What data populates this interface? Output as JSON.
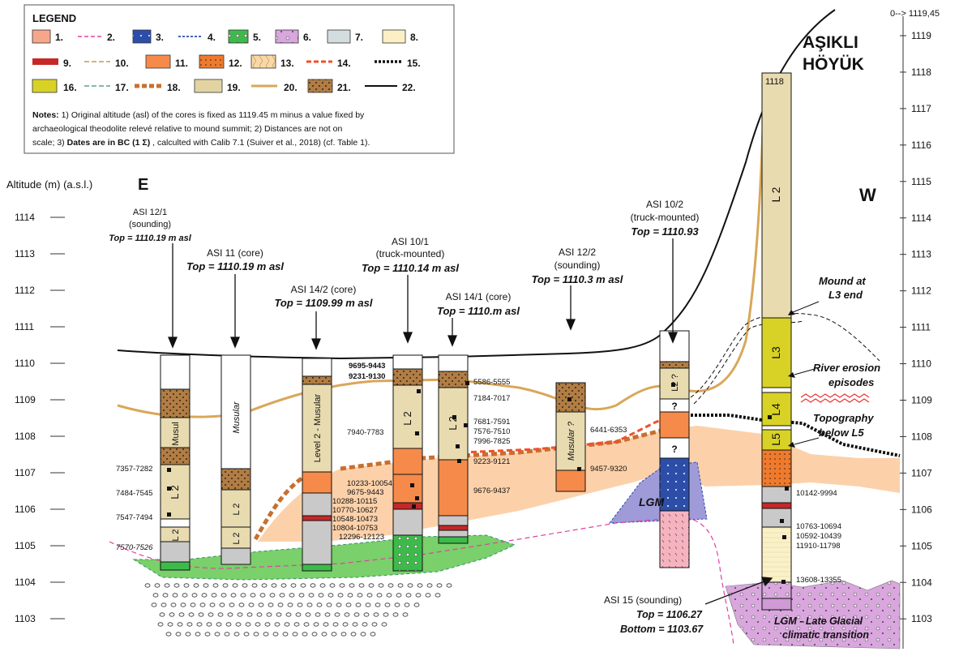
{
  "legend": {
    "title": "LEGEND",
    "items": [
      "1.",
      "2.",
      "3.",
      "4.",
      "5.",
      "6.",
      "7.",
      "8.",
      "9.",
      "10.",
      "11.",
      "12.",
      "13.",
      "14.",
      "15.",
      "16.",
      "17.",
      "18.",
      "19.",
      "20.",
      "21.",
      "22."
    ],
    "notes_lead": "Notes:",
    "notes_1": " 1) Original altitude (asl) of the cores is fixed as 1119.45 m minus a  value fixed by",
    "notes_2": "archaeological theodolite relevé relative to mound summit; 2) Distances are not on",
    "notes_3a": "scale; 3) ",
    "notes_3b": "Dates are in BC (1 Σ)",
    "notes_3c": " , calculted with Calib 7.1 (Suiver et al., 2018) (cf. Table 1)."
  },
  "axis_left": {
    "title": "Altitude (m) (a.s.l.)",
    "ticks": [
      "1114",
      "1113",
      "1112",
      "1111",
      "1110",
      "1109",
      "1108",
      "1107",
      "1106",
      "1105",
      "1104",
      "1103"
    ]
  },
  "axis_right": {
    "top": "0--> 1119,45",
    "ticks": [
      "1119",
      "1118",
      "1117",
      "1116",
      "1115",
      "1114",
      "1113",
      "1112",
      "1111",
      "1110",
      "1109",
      "1108",
      "1107",
      "1106",
      "1105",
      "1104",
      "1103"
    ]
  },
  "directions": {
    "east": "E",
    "west": "W"
  },
  "site": {
    "line1": "AŞIKLI",
    "line2": "HÖYÜK"
  },
  "cores": {
    "asi12_1": {
      "name": "ASI 12/1",
      "type": "(sounding)",
      "top": "Top = 1110.19 m asl"
    },
    "asi11": {
      "name": "ASI 11 (core)",
      "top": "Top = 1110.19 m asl"
    },
    "asi14_2": {
      "name": "ASI 14/2 (core)",
      "top": "Top = 1109.99 m asl"
    },
    "asi10_1": {
      "name": "ASI 10/1",
      "type": "(truck-mounted)",
      "top": "Top = 1110.14 m asl"
    },
    "asi14_1": {
      "name": "ASI 14/1 (core)",
      "top": "Top = 1110.m asl"
    },
    "asi12_2": {
      "name": "ASI 12/2",
      "type": "(sounding)",
      "top": "Top = 1110.3 m asl"
    },
    "asi10_2": {
      "name": "ASI 10/2",
      "type": "(truck-mounted)",
      "top": "Top = 1110.93"
    },
    "asi15": {
      "name": "ASI 15 (sounding)",
      "top": "Top = 1106.27",
      "bottom": "Bottom = 1103.67"
    }
  },
  "unit_labels": {
    "musul": "Musul",
    "musular": "Musular",
    "musular_q": "Musular ?",
    "l2": "L 2",
    "l2q": "L2 ?",
    "level2": "Level 2 - Musular",
    "q": "?",
    "L2": "L 2",
    "L3": "L3",
    "L4": "L4",
    "L5": "L5",
    "top1118": "1118"
  },
  "dates": {
    "d7357": "7357-7282",
    "d7484": "7484-7545",
    "d7547": "7547-7494",
    "d7570": "7570-7526",
    "d9695": "9695-9443",
    "d9231": "9231-9130",
    "d7940": "7940-7783",
    "d10233": "10233-10054",
    "d9675": "9675-9443",
    "d10288": "10288-10115",
    "d10770": "10770-10627",
    "d10548": "10548-10473",
    "d10804": "10804-10753",
    "d12296": "12296-12123",
    "d5586": "5586-5555",
    "d7184": "7184-7017",
    "d7681": "7681-7591",
    "d7576": "7576-7510",
    "d7996": "7996-7825",
    "d9223": "9223-9121",
    "d9676": "9676-9437",
    "d6441": "6441-6353",
    "d9457": "9457-9320",
    "d10142": "10142-9994",
    "d10763": "10763-10694",
    "d10592": "10592-10439",
    "d11910": "11910-11798",
    "d13608": "13608-13355"
  },
  "annotations": {
    "mound1": "Mound at",
    "mound2": "L3 end",
    "river1": "River erosion",
    "river2": "episodes",
    "topo1": "Topography",
    "topo2": "below L5",
    "lgm": "LGM",
    "lgm_late1": "LGM - Late Glacial",
    "lgm_late2": "climatic transition"
  },
  "colors": {
    "orange": "#f58a4a",
    "light_orange": "#fbc99b",
    "beige": "#e8dbb0",
    "brown": "#a8783e",
    "green": "#3dbb4a",
    "blue": "#2d4ea8",
    "pink": "#f4a6b4",
    "purple": "#cf9ad6",
    "yellow": "#d8d226",
    "gray": "#c9c9c9",
    "red": "#c62828",
    "gold_line": "#d9a75a"
  }
}
